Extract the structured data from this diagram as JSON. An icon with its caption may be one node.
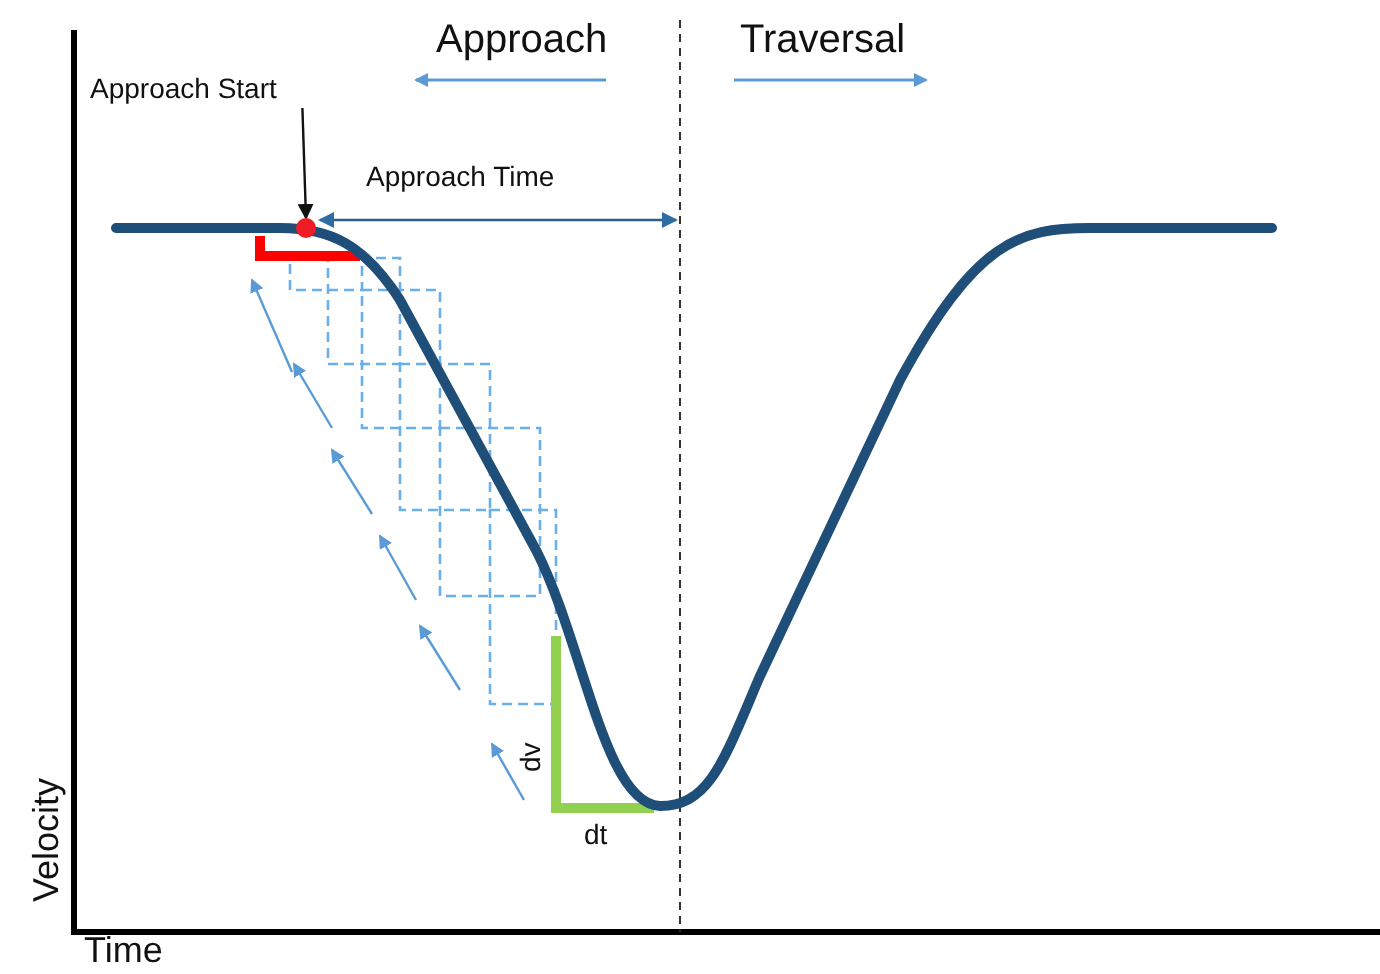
{
  "diagram": {
    "nodes": [
      {
        "text": [
          "Approach Start"
        ]
      },
      {
        "text": [],
        "shape": "circle"
      }
    ],
    "edges": [
      {
        "from": 0,
        "to": 1,
        "arrow": "to"
      }
    ],
    "labels": [
      "Approach",
      "Traversal",
      "Approach Time",
      "dv",
      "dt",
      "Velocity",
      "Time"
    ]
  }
}
